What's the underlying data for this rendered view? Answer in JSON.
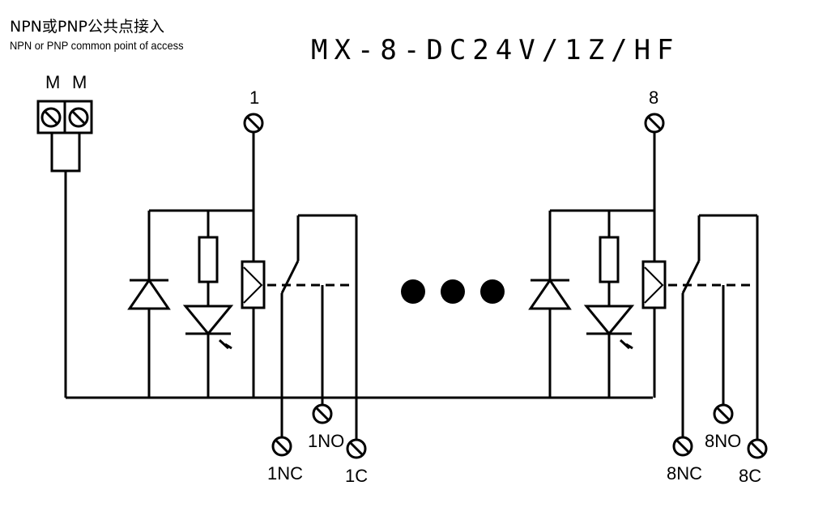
{
  "header": {
    "access_cn": "NPN或PNP公共点接入",
    "access_en": "NPN or PNP common point of access",
    "model": "MX-8-DC24V/1Z/HF"
  },
  "common_terminals": {
    "left": "M",
    "right": "M"
  },
  "channels": [
    {
      "input": "1",
      "nc": "1NC",
      "no": "1NO",
      "c": "1C"
    },
    {
      "input": "8",
      "nc": "8NC",
      "no": "8NO",
      "c": "8C"
    }
  ],
  "colors": {
    "line": "#000000",
    "background": "#ffffff"
  }
}
